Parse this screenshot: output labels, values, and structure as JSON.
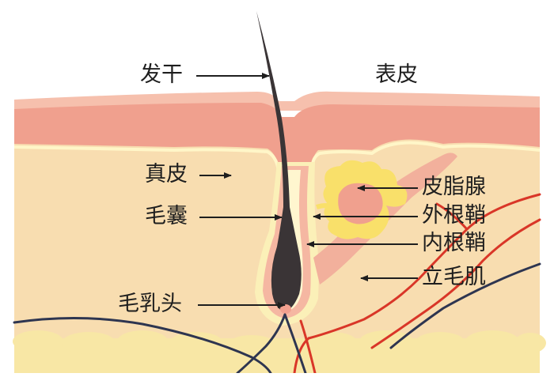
{
  "labels": {
    "hair_shaft": "发干",
    "epidermis": "表皮",
    "dermis": "真皮",
    "hair_follicle": "毛囊",
    "hair_papilla": "毛乳头",
    "sebaceous_gland": "皮脂腺",
    "outer_root_sheath": "外根鞘",
    "inner_root_sheath": "内根鞘",
    "arrector_pili": "立毛肌"
  },
  "colors": {
    "epidermis": "#f0a08e",
    "epidermis_top": "#f6c0ad",
    "dermis": "#f8ddb0",
    "dermis_border": "#fff6c8",
    "hair": "#3a3436",
    "sebaceous": "#f9e06a",
    "muscle": "#f2b09c",
    "nerve": "#2e3550",
    "vessel": "#d93628",
    "fat": "#f8e7a5",
    "text": "#1e1e1e"
  }
}
